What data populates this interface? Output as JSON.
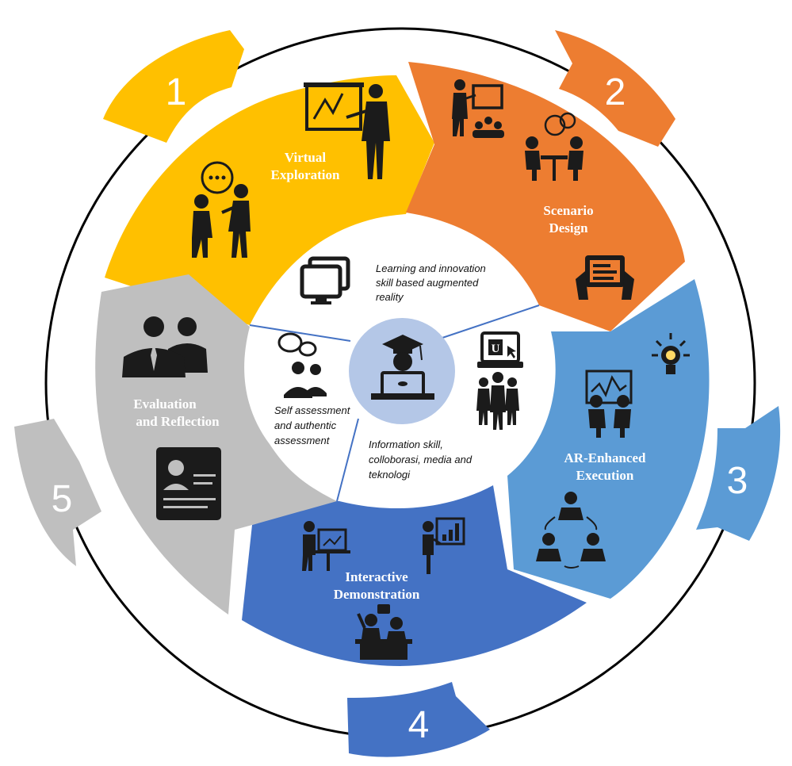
{
  "colors": {
    "step1": "#FFC000",
    "step2": "#ED7D31",
    "step3": "#5B9BD5",
    "step4": "#4472C4",
    "step5": "#BFBFBF",
    "center": "#B4C7E7",
    "ring": "#000000"
  },
  "steps": [
    {
      "number": "1",
      "line1": "Virtual",
      "line2": "Exploration",
      "icons": [
        "presentation-chart-icon",
        "conversation-icon"
      ]
    },
    {
      "number": "2",
      "line1": "Scenario",
      "line2": "Design",
      "icons": [
        "presenter-audience-icon",
        "meeting-table-icon",
        "tablet-icon"
      ]
    },
    {
      "number": "3",
      "line1": "AR-Enhanced",
      "line2": "Execution",
      "icons": [
        "idea-bulb-icon",
        "team-monitor-icon",
        "cycle-people-icon"
      ]
    },
    {
      "number": "4",
      "line1": "Interactive",
      "line2": "Demonstration",
      "icons": [
        "whiteboard-presenter-icon",
        "chart-presenter-icon",
        "classroom-icon"
      ]
    },
    {
      "number": "5",
      "line1": "Evaluation",
      "line2": "and Reflection",
      "icons": [
        "business-people-icon",
        "profile-card-icon"
      ]
    }
  ],
  "center": {
    "icon": "graduate-laptop-icon",
    "notes": [
      {
        "icon": "monitors-icon",
        "lines": [
          "Learning and innovation",
          "skill based augmented",
          "reality"
        ]
      },
      {
        "icon": "online-university-icon",
        "lines": [
          "Information skill,",
          "colloborasi, media and",
          "teknologi"
        ]
      },
      {
        "icon": "discussion-people-icon",
        "lines": [
          "Self assessment",
          "and authentic",
          "assessment"
        ]
      }
    ]
  }
}
